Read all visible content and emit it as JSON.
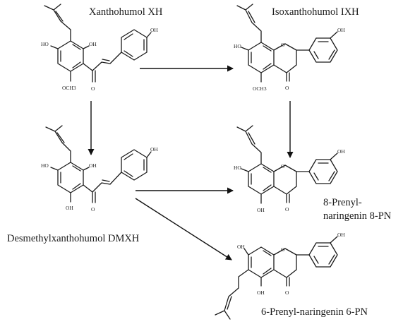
{
  "compounds": {
    "xh": {
      "name": "Xanthohumol XH",
      "oh_left": "HO",
      "oh_right": "OH",
      "oh_phenol": "OH",
      "carbonyl": "O",
      "methoxy": "OCH3"
    },
    "ixh": {
      "name": "Isoxanthohumol IXH",
      "oh": "HO",
      "oh_phenol": "OH",
      "ring_o": "O",
      "carbonyl": "O",
      "methoxy": "OCH3"
    },
    "dmxh": {
      "name": "Desmethylxanthohumol DMXH",
      "oh_left": "HO",
      "oh_right": "OH",
      "oh_bottom": "OH",
      "oh_phenol": "OH",
      "carbonyl": "O"
    },
    "pn8": {
      "name_line1": "8-Prenyl-",
      "name_line2": "naringenin 8-PN",
      "oh_left": "HO",
      "oh_bottom": "OH",
      "oh_phenol": "OH",
      "ring_o": "O",
      "carbonyl": "O"
    },
    "pn6": {
      "name": "6-Prenyl-naringenin 6-PN",
      "oh_top": "OH",
      "oh_bottom": "OH",
      "oh_phenol": "OH",
      "ring_o": "O",
      "carbonyl": "O"
    }
  },
  "reactions": [
    {
      "from": "Xanthohumol XH",
      "to": "Isoxanthohumol IXH"
    },
    {
      "from": "Xanthohumol XH",
      "to": "Desmethylxanthohumol DMXH"
    },
    {
      "from": "Isoxanthohumol IXH",
      "to": "8-Prenyl-naringenin 8-PN"
    },
    {
      "from": "Desmethylxanthohumol DMXH",
      "to": "8-Prenyl-naringenin 8-PN"
    },
    {
      "from": "Desmethylxanthohumol DMXH",
      "to": "6-Prenyl-naringenin 6-PN"
    }
  ]
}
